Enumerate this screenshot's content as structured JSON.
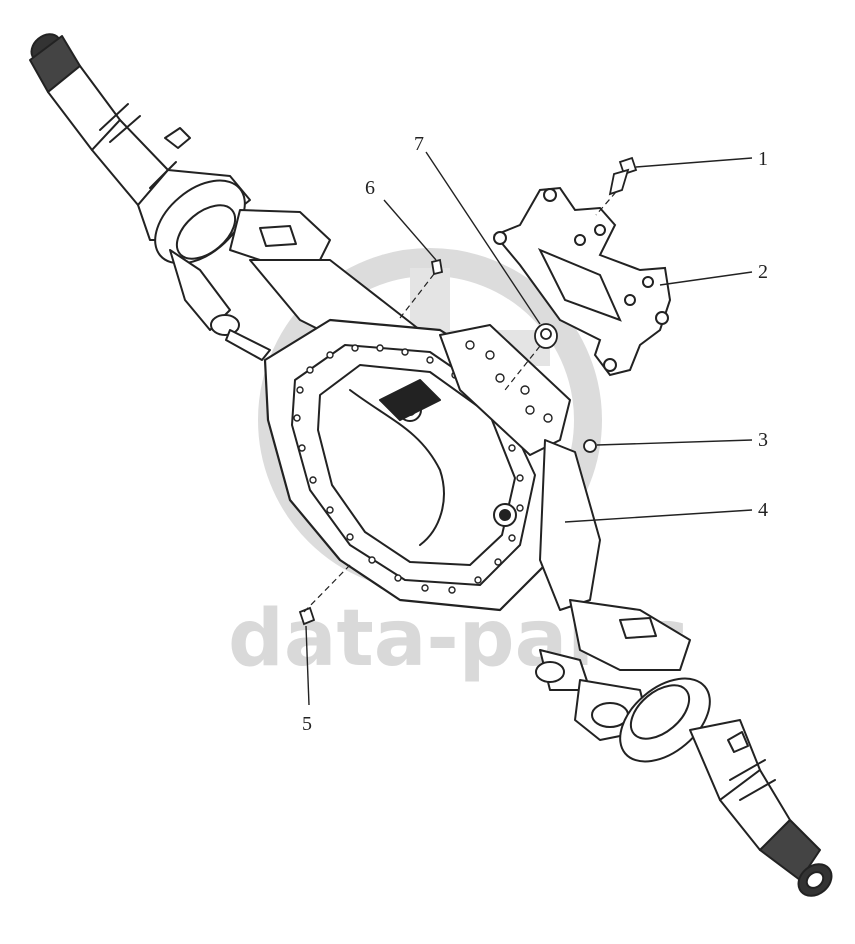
{
  "watermark": {
    "text": "data-parts",
    "color": "#d9d9d9"
  },
  "colors": {
    "line": "#222222",
    "background": "#ffffff"
  },
  "callouts": [
    {
      "label": "1"
    },
    {
      "label": "2"
    },
    {
      "label": "3"
    },
    {
      "label": "4"
    },
    {
      "label": "5"
    },
    {
      "label": "6"
    },
    {
      "label": "7"
    }
  ]
}
